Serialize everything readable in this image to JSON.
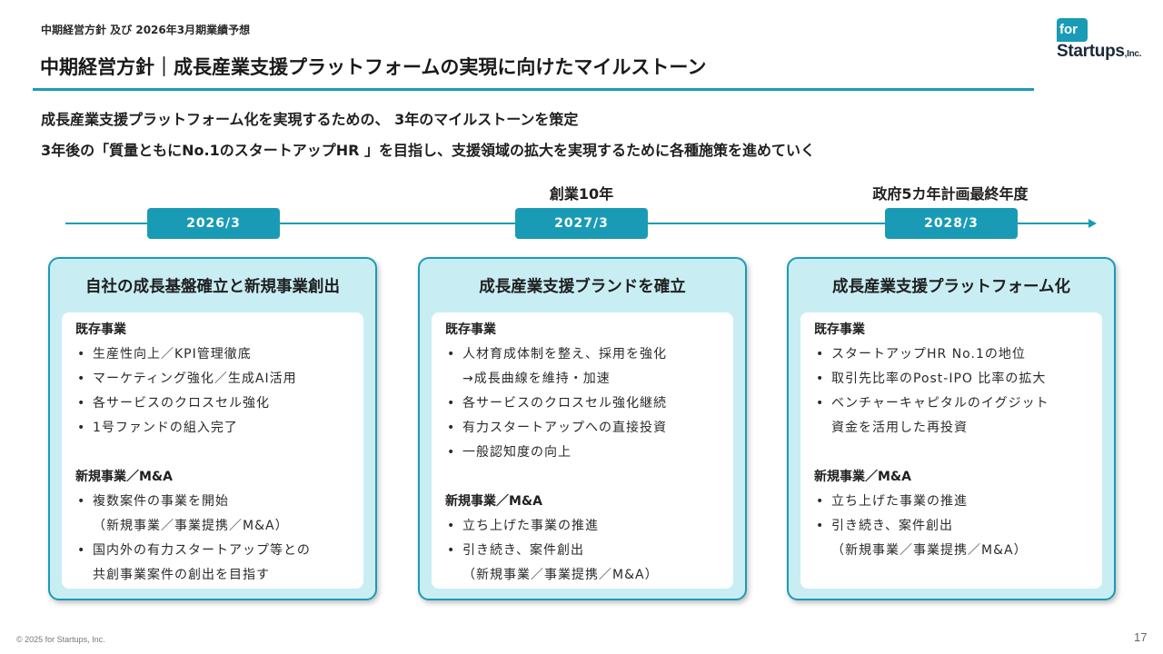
{
  "header": {
    "breadcrumb": "中期経営方針 及び 2026年3月期業績予想",
    "title": "中期経営方針｜成長産業支援プラットフォームの実現に向けたマイルストーン"
  },
  "logo": {
    "line1": "for",
    "line2": "Startups",
    "suffix": ",Inc."
  },
  "lead": {
    "line1": "成長産業支援プラットフォーム化を実現するための、 3年のマイルストーンを策定",
    "line2": "3年後の「質量ともにNo.1のスタートアップHR 」を目指し、支援領域の拡大を実現するために各種施策を進めていく"
  },
  "timeline": {
    "milestones": [
      {
        "date": "2026/3",
        "note": ""
      },
      {
        "date": "2027/3",
        "note": "創業10年"
      },
      {
        "date": "2028/3",
        "note": "政府5カ年計画最終年度"
      }
    ]
  },
  "cards": [
    {
      "title": "自社の成長基盤確立と新規事業創出",
      "existing_head": "既存事業",
      "new_head": "新規事業／M&A",
      "l": [
        "生産性向上／KPI管理徹底",
        "マーケティング強化／生成AI活用",
        "各サービスのクロスセル強化",
        "1号ファンドの組入完了",
        "複数案件の事業を開始",
        "（新規事業／事業提携／M&A）",
        "国内外の有力スタートアップ等との",
        "共創事業案件の創出を目指す"
      ]
    },
    {
      "title": "成長産業支援ブランドを確立",
      "existing_head": "既存事業",
      "new_head": "新規事業／M&A",
      "l": [
        "人材育成体制を整え、採用を強化",
        "→成長曲線を維持・加速",
        "各サービスのクロスセル強化継続",
        "有力スタートアップへの直接投資",
        "一般認知度の向上",
        "立ち上げた事業の推進",
        "引き続き、案件創出",
        "（新規事業／事業提携／M&A）"
      ]
    },
    {
      "title": "成長産業支援プラットフォーム化",
      "existing_head": "既存事業",
      "new_head": "新規事業／M&A",
      "l": [
        "スタートアップHR No.1の地位",
        "取引先比率のPost-IPO 比率の拡大",
        "ベンチャーキャピタルのイグジット",
        "資金を活用した再投資",
        "立ち上げた事業の推進",
        "引き続き、案件創出",
        "（新規事業／事業提携／M&A）"
      ]
    }
  ],
  "footer": {
    "copyright": "© 2025 for Startups, Inc.",
    "page_number": "17"
  },
  "colors": {
    "accent": "#1a9bb5",
    "card_bg": "#c8eef4"
  }
}
